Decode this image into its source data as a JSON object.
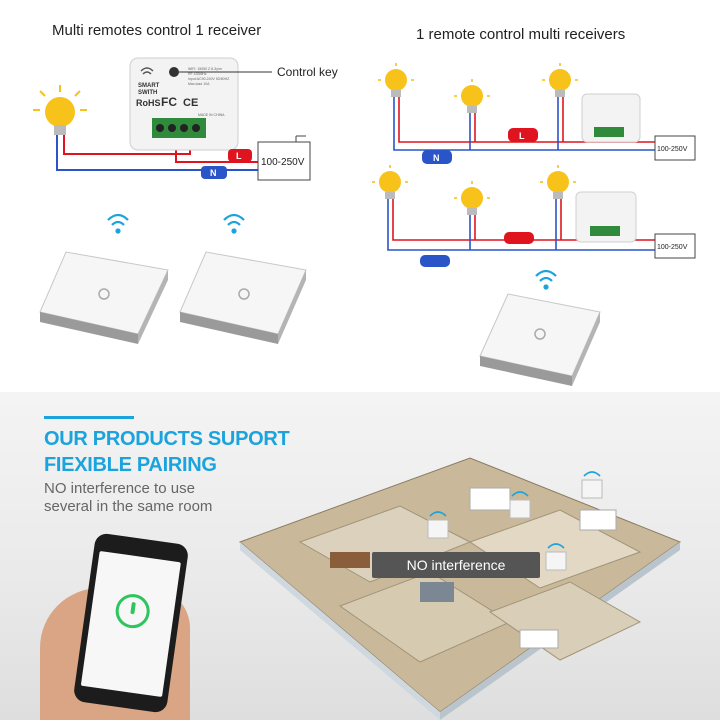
{
  "left_diagram": {
    "title": "Multi remotes control 1 receiver",
    "callout": "Control key",
    "voltage": "100-250V",
    "live_label": "L",
    "neutral_label": "N",
    "module": {
      "brand_line1": "SMART",
      "brand_line2": "SWITH",
      "rohs": "RoHS",
      "fc": "FC",
      "ce": "CE",
      "spec1": "WIFI: 15050 Z 8-3y/m",
      "spec2": "RF 433MHz",
      "spec3": "Input:AC90-240V 50/60HZ",
      "spec4": "Max.load 10A",
      "made": "MADE IN CHINA"
    }
  },
  "right_diagram": {
    "title": "1 remote control multi receivers",
    "voltage_top": "100-250V",
    "voltage_bottom": "100-250V",
    "live_label": "L",
    "neutral_label": "N"
  },
  "bottom": {
    "headline1": "OUR PRODUCTS SUPORT",
    "headline2": "FIEXIBLE PAIRING",
    "sub1": "NO interference to use",
    "sub2": "several in the same room",
    "room_label": "NO interference"
  },
  "colors": {
    "accent": "#1aa3dd",
    "live": "#e0141e",
    "neutral": "#2a55c8",
    "bulb": "#f7c21a"
  }
}
